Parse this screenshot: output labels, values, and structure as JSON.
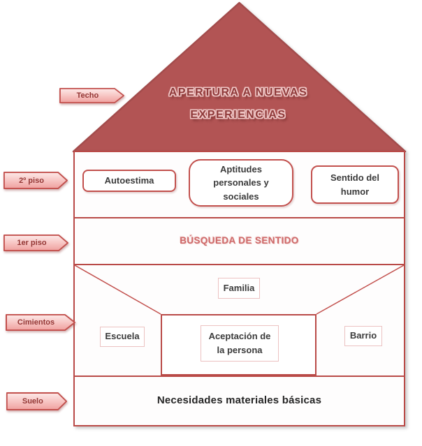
{
  "roof": {
    "title_line1": "APERTURA A NUEVAS",
    "title_line2": "EXPERIENCIAS"
  },
  "callouts": {
    "techo": "Techo",
    "segundo_piso": "2º piso",
    "primer_piso": "1er piso",
    "cimientos": "Cimientos",
    "suelo": "Suelo"
  },
  "second_floor": {
    "autoestima": "Autoestima",
    "aptitudes": "Aptitudes personales y sociales",
    "sentido_humor": "Sentido del humor"
  },
  "first_floor": {
    "title": "BÚSQUEDA DE SENTIDO"
  },
  "foundations": {
    "familia": "Familia",
    "escuela": "Escuela",
    "aceptacion": "Aceptación de la persona",
    "barrio": "Barrio"
  },
  "ground": {
    "title": "Necesidades materiales básicas"
  },
  "colors": {
    "accent_red": "#BE4B48",
    "roof_fill": "#B25454",
    "light_pink_border": "#ECC2C1",
    "callout_text": "#943634",
    "title_text": "#8F3A3A",
    "busqueda_text": "#CE6868"
  }
}
